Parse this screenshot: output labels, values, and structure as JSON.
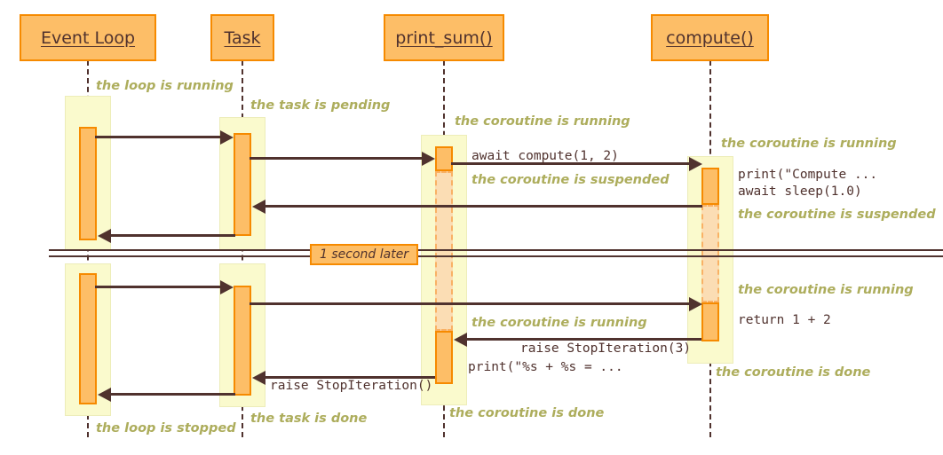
{
  "diagram": {
    "type": "uml-sequence",
    "title": "asyncio event loop / task / coroutine sequence",
    "colors": {
      "participant_fill": "#FDBE67",
      "participant_border": "#F68A00",
      "state_box_fill": "#FAFACD",
      "state_box_border": "#EDEDB9",
      "activation_fill": "#FDBE67",
      "activation_border": "#F68A00",
      "suspended_fill": "#FBDDB4",
      "suspended_border": "#F9B165",
      "arrow": "#50322E",
      "note_text": "#ADAD5C",
      "code_text": "#50322E",
      "background": "#FFFFFF"
    }
  },
  "participants": [
    {
      "id": "event_loop",
      "label": "Event Loop"
    },
    {
      "id": "task",
      "label": "Task"
    },
    {
      "id": "print_sum",
      "label": "print_sum()"
    },
    {
      "id": "compute",
      "label": "compute()"
    }
  ],
  "messages": [
    {
      "from": "event_loop",
      "to": "task",
      "label": "",
      "direction": "right"
    },
    {
      "from": "task",
      "to": "print_sum",
      "label": "await compute(1, 2)",
      "direction": "right"
    },
    {
      "from": "print_sum",
      "to": "compute",
      "label": "",
      "direction": "right"
    },
    {
      "from": "compute",
      "to": "task",
      "label": "",
      "direction": "left"
    },
    {
      "from": "task",
      "to": "event_loop",
      "label": "",
      "direction": "left"
    },
    {
      "from": "event_loop",
      "to": "task",
      "label": "",
      "direction": "right"
    },
    {
      "from": "task",
      "to": "compute",
      "label": "",
      "direction": "right"
    },
    {
      "from": "compute",
      "to": "print_sum",
      "label": "raise StopIteration(3)",
      "direction": "left"
    },
    {
      "from": "print_sum",
      "to": "task",
      "label": "raise StopIteration()",
      "direction": "left"
    },
    {
      "from": "task",
      "to": "event_loop",
      "label": "",
      "direction": "left"
    }
  ],
  "code_labels": {
    "await_compute": "await compute(1, 2)",
    "print_compute": "print(\"Compute ...",
    "await_sleep": "await sleep(1.0)",
    "return_sum": "return 1 + 2",
    "raise_stopiteration_3": "raise StopIteration(3)",
    "print_result": "print(\"%s + %s = ...",
    "raise_stopiteration": "raise StopIteration()"
  },
  "notes": {
    "loop_running": "the loop is running",
    "task_pending": "the task is pending",
    "coroutine_running_printsum_1": "the coroutine is running",
    "coroutine_running_compute_1": "the coroutine is running",
    "coroutine_suspended_printsum": "the coroutine is suspended",
    "coroutine_suspended_compute": "the coroutine is suspended",
    "coroutine_running_compute_2": "the coroutine is running",
    "coroutine_running_printsum_2": "the coroutine is running",
    "coroutine_done_compute": "the coroutine is done",
    "coroutine_done_printsum": "the coroutine is done",
    "task_done": "the task is done",
    "loop_stopped": "the loop is stopped"
  },
  "divider": {
    "label": "1 second later"
  }
}
